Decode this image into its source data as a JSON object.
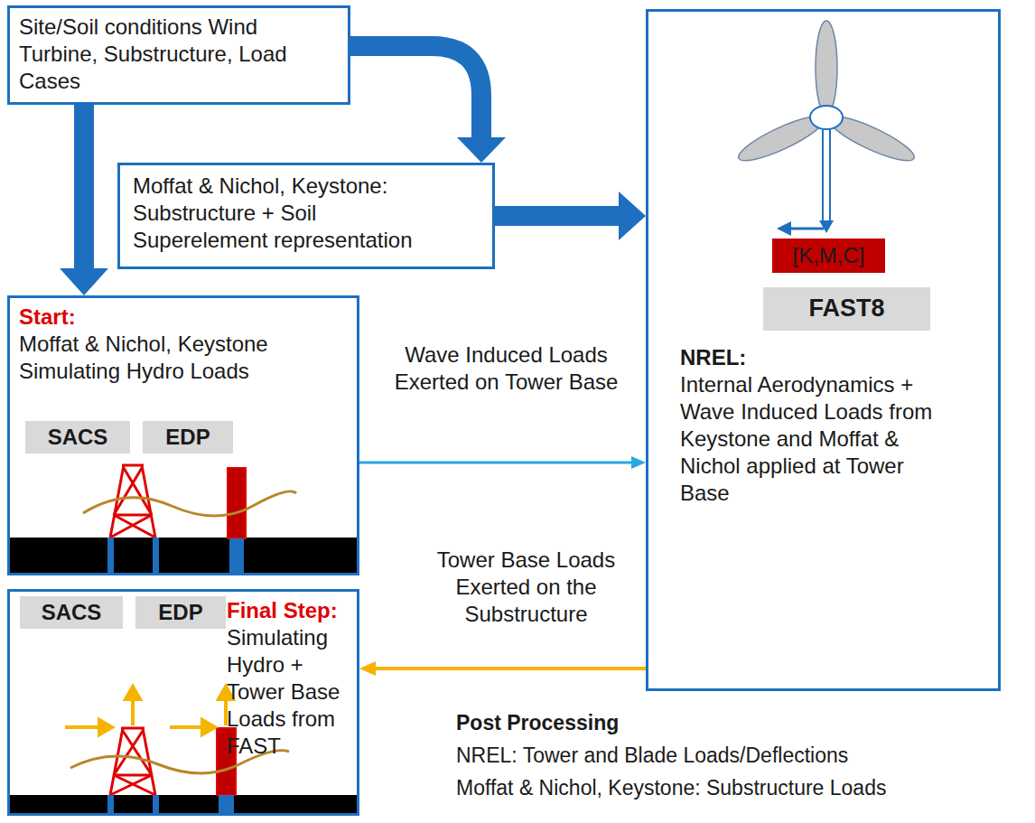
{
  "diagram": {
    "nodes": [
      {
        "text": [
          "Site/Soil conditions Wind Turbine, Substructure, Load Cases"
        ]
      },
      {
        "text": [
          "Moffat & Nichol, Keystone: Substructure + Soil Superelement representation"
        ]
      },
      {
        "text": [
          "NREL:",
          "Internal Aerodynamics + Wave Induced Loads from Keystone and Moffat & Nichol applied at Tower Base"
        ]
      },
      {
        "text": [
          "[K,M,C]"
        ],
        "in": 2
      },
      {
        "text": [
          "FAST8"
        ],
        "in": 2
      },
      {
        "text": [
          "Start:",
          "Moffat & Nichol, Keystone Simulating Hydro Loads"
        ]
      },
      {
        "text": [
          "SACS"
        ],
        "in": 5
      },
      {
        "text": [
          "EDP"
        ],
        "in": 5
      },
      {
        "text": [
          "Final Step:",
          "Simulating Hydro + Tower Base Loads from FAST"
        ]
      },
      {
        "text": [
          "SACS"
        ],
        "in": 8
      },
      {
        "text": [
          "EDP"
        ],
        "in": 8
      }
    ],
    "edges": [
      {
        "from": 0,
        "to": 1,
        "arrow": "to"
      },
      {
        "from": 0,
        "to": 5,
        "arrow": "to"
      },
      {
        "from": 1,
        "to": 2,
        "arrow": "to"
      },
      {
        "from": 5,
        "to": 2,
        "label": "Wave Induced Loads Exerted on Tower Base",
        "arrow": "to"
      },
      {
        "from": 2,
        "to": 8,
        "label": "Tower Base Loads Exerted on the Substructure",
        "arrow": "to"
      }
    ],
    "labels": [
      "Post Processing",
      "NREL: Tower and Blade Loads/Deflections",
      "Moffat & Nichol, Keystone: Substructure Loads"
    ]
  }
}
